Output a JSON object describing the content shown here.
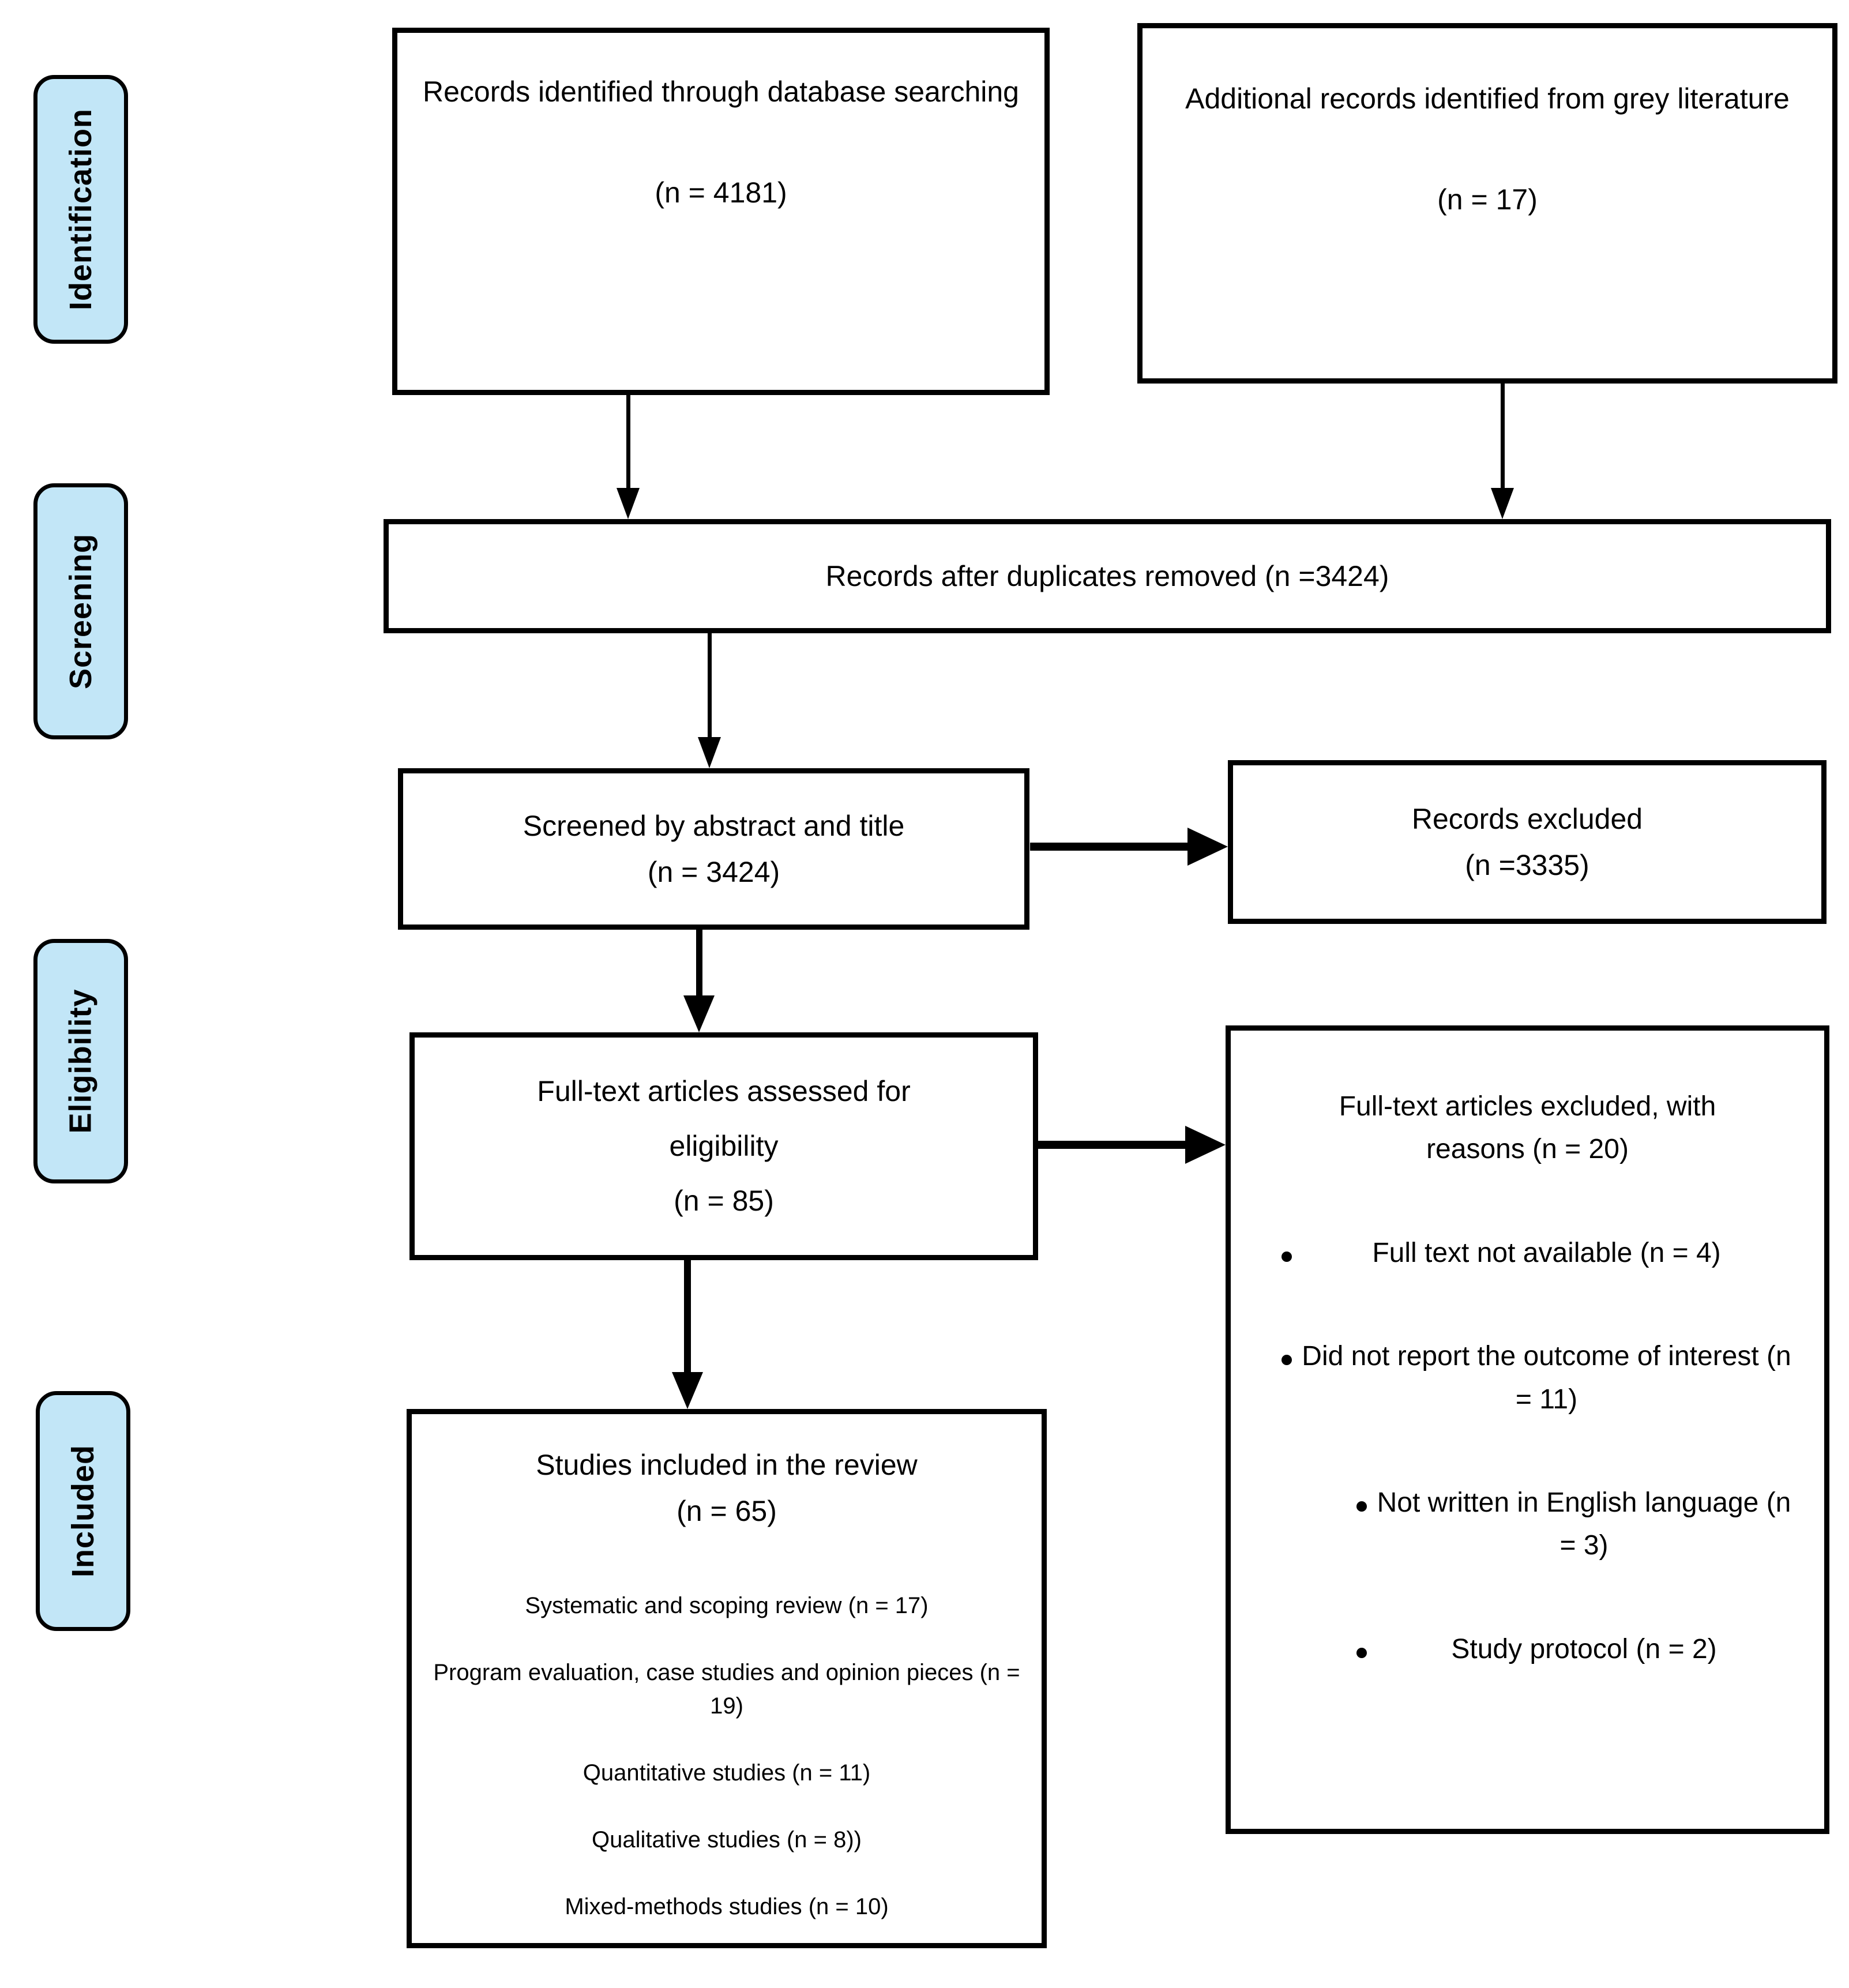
{
  "colors": {
    "stage_fill": "#c2e6f7",
    "line_color": "#000000",
    "background": "#ffffff"
  },
  "stages": [
    {
      "label": "Identification"
    },
    {
      "label": "Screening"
    },
    {
      "label": "Eligibility"
    },
    {
      "label": "Included"
    }
  ],
  "boxes": {
    "database_search": {
      "text": "Records identified through database searching",
      "count": "(n = 4181)"
    },
    "grey_literature": {
      "text": "Additional records identified from grey literature",
      "count": "(n = 17)"
    },
    "duplicates_removed": {
      "text": "Records after duplicates removed (n =3424)"
    },
    "screened": {
      "text": "Screened by abstract and title",
      "count": "(n = 3424)"
    },
    "records_excluded": {
      "text": "Records excluded",
      "count": "(n =3335)"
    },
    "fulltext_assessed": {
      "text_line1": "Full-text articles assessed for",
      "text_line2": "eligibility",
      "count": "(n = 85)"
    },
    "fulltext_excluded": {
      "heading_line1": "Full-text articles excluded, with",
      "heading_line2": "reasons (n = 20)",
      "reasons": [
        "Full text not available (n = 4)",
        "Did not report the outcome of interest (n = 11)",
        "Not written in English language (n = 3)",
        "Study protocol (n = 2)"
      ]
    },
    "studies_included": {
      "heading": "Studies included in the review",
      "count": "(n = 65)",
      "items": [
        "Systematic and scoping review (n = 17)",
        "Program evaluation, case studies and opinion pieces (n = 19)",
        "Quantitative studies (n = 11)",
        "Qualitative studies (n = 8))",
        "Mixed-methods studies (n = 10)"
      ]
    }
  }
}
